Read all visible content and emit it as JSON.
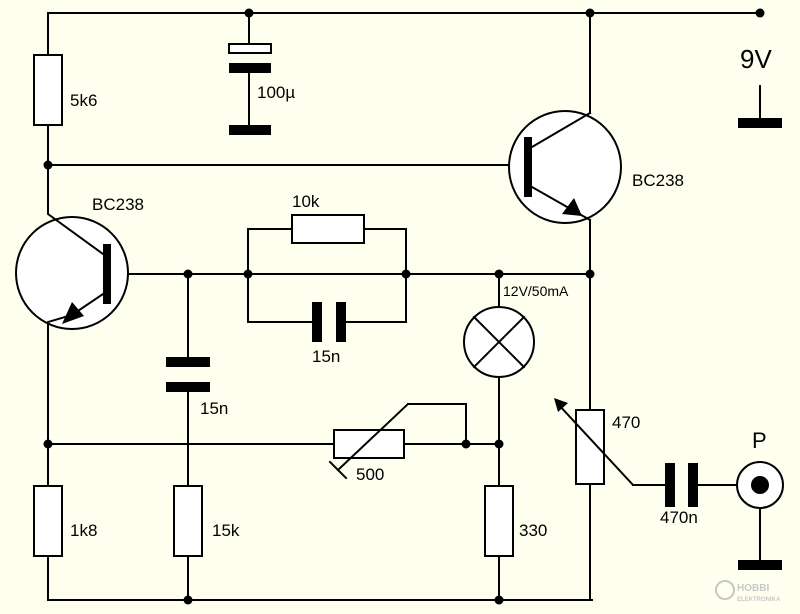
{
  "supply": {
    "label": "9V"
  },
  "resistors": {
    "r_5k6": "5k6",
    "r_10k": "10k",
    "r_1k8": "1k8",
    "r_15k": "15k",
    "r_330": "330"
  },
  "capacitors": {
    "c_100u": "100µ",
    "c_15n_feedback": "15n",
    "c_15n_shunt": "15n",
    "c_470n": "470n"
  },
  "transistors": {
    "q1": "BC238",
    "q2": "BC238"
  },
  "potentiometers": {
    "trim_500": "500",
    "pot_470": "470"
  },
  "lamp": {
    "rating": "12V/50mA"
  },
  "output": {
    "label": "P"
  },
  "logo": {
    "line1": "HOBBI",
    "line2": "ELEKTRONIKA"
  }
}
